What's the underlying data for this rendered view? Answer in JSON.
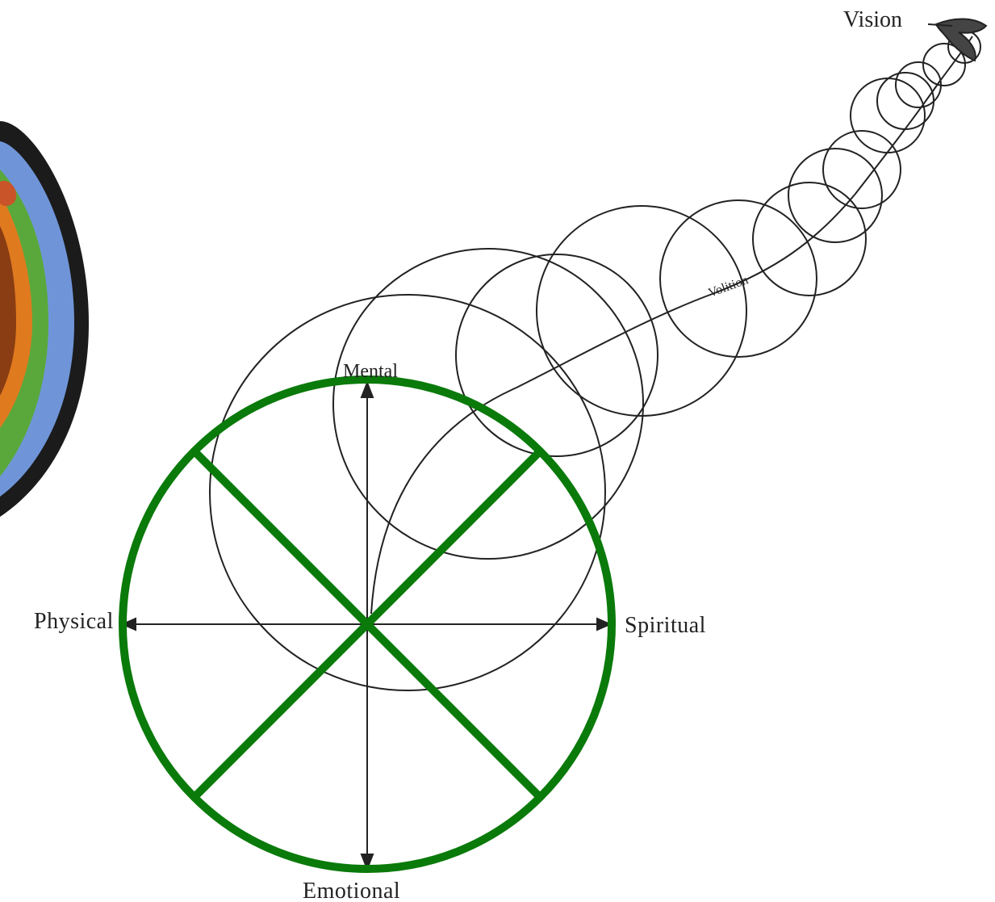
{
  "diagram": {
    "labels": {
      "vision": "Vision",
      "mental": "Mental",
      "physical": "Physical",
      "spiritual": "Spiritual",
      "emotional": "Emotional",
      "volition": "Volition"
    },
    "colors": {
      "ink": "#222222",
      "medicine_wheel": "#0a7a0a",
      "shield_border": "#1b1b1b",
      "shield_sky": "#6f95d8",
      "shield_green": "#5aa83c",
      "shield_orange": "#e07a1f"
    },
    "icons": {
      "bird": "bird-icon",
      "shield": "painted-shield-image"
    }
  }
}
